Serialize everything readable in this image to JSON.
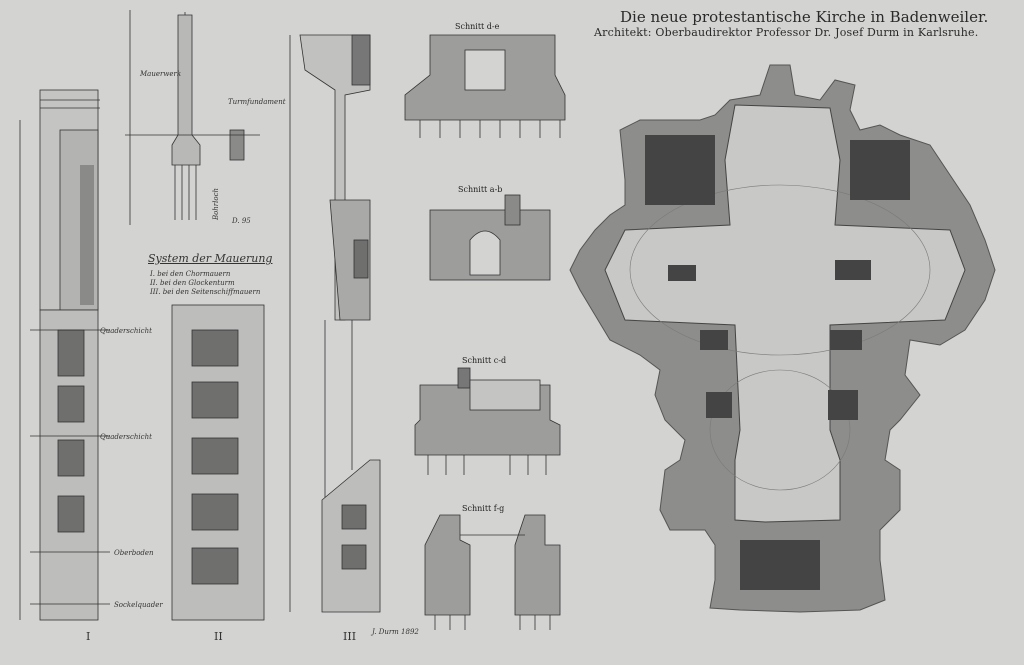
{
  "title": "Die neue protestantische Kirche in Badenweiler.",
  "subtitle": "Architekt: Oberbaudirektor Professor Dr. Josef Durm in Karlsruhe.",
  "legend": {
    "heading": "System der Mauerung",
    "items": [
      "I. bei den Chormauern",
      "II. bei den Glockenturm",
      "III. bei den Seitenschiffmauern"
    ]
  },
  "annotations": {
    "mauerwerk": "Mauerwerk",
    "turmfundament": "Turmfundament",
    "bohrloch": "Bohrloch",
    "d95": "D. 95",
    "quaderschicht_1": "Quaderschicht",
    "quaderschicht_2": "Quaderschicht",
    "oberboden": "Oberboden",
    "sockel": "Sockelquader",
    "signature": "J. Durm 1892"
  },
  "sections": {
    "d_e": "Schnitt d-e",
    "a_b": "Schnitt a-b",
    "c_d": "Schnitt c-d",
    "f_g": "Schnitt f-g"
  },
  "roman_labels": [
    "I",
    "II",
    "III"
  ],
  "colors": {
    "paper": "#d3d3d1",
    "ink": "#2a2a2a",
    "wall": "#6f6f6f",
    "fill": "#b9b9b7"
  }
}
